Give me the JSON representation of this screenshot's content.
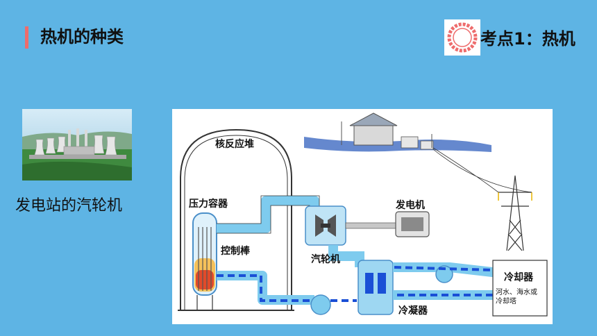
{
  "header": {
    "title": "热机的种类",
    "topic_label": "考点1：热机"
  },
  "photo": {
    "caption": "发电站的汽轮机"
  },
  "diagram": {
    "labels": {
      "reactor": "核反应堆",
      "pressure_vessel": "压力容器",
      "control_rods": "控制棒",
      "turbine": "汽轮机",
      "generator": "发电机",
      "cooler": "冷却器",
      "cooling_source_line1": "河水、海水或",
      "cooling_source_line2": "冷却塔",
      "condenser": "冷凝器"
    }
  },
  "colors": {
    "background": "#5eb4e4",
    "accent": "#ee6c6c",
    "pipe": "#7ecbee",
    "flow": "#1a4fd6"
  }
}
